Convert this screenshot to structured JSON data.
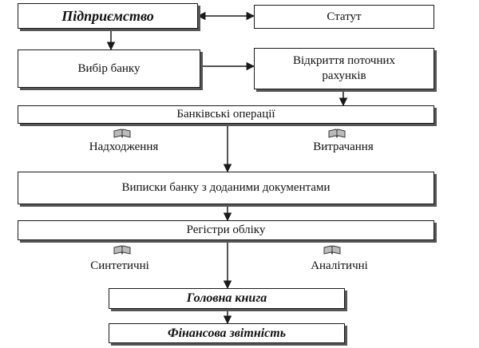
{
  "nodes": {
    "enterprise": "Підприємство",
    "statute": "Статут",
    "bank_choice": "Вибір банку",
    "open_accounts_line1": "Відкриття поточних",
    "open_accounts_line2": "рахунків",
    "bank_operations": "Банківські операції",
    "receipts": "Надходження",
    "expenses": "Витрачання",
    "bank_statements": "Виписки банку з доданими документами",
    "accounting_registers": "Регістри обліку",
    "synthetic": "Синтетичні",
    "analytic": "Аналітичні",
    "general_ledger": "Головна книга",
    "financial_reporting": "Фінансова звітність"
  },
  "colors": {
    "line": "#1a1a1a",
    "shadow": "#555555",
    "icon": "#3a3a3a"
  },
  "icons": [
    "book-icon"
  ]
}
